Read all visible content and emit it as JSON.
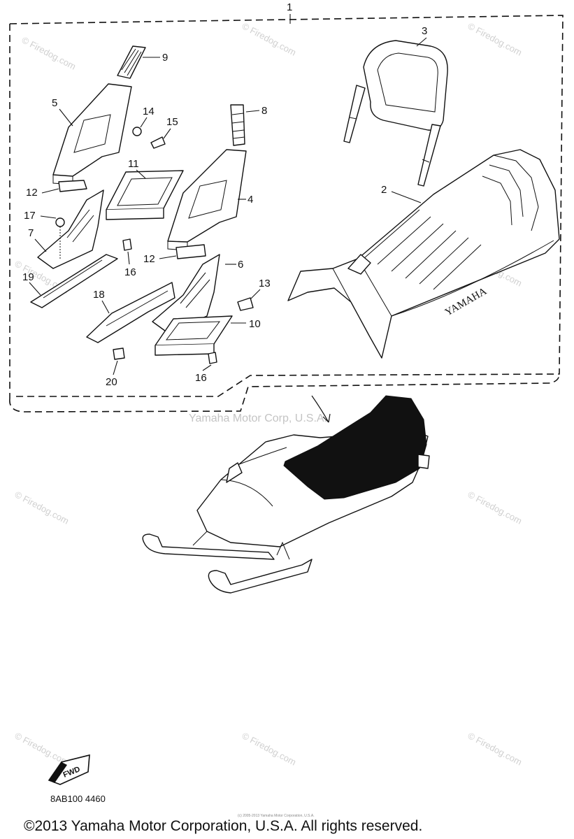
{
  "diagram": {
    "assembly_callout": "1",
    "seat_brand": "YAMAHA",
    "fwd_label": "FWD",
    "diagram_code": "8AB100 4460",
    "watermark_center": "Yamaha Motor Corp, U.S.A.",
    "watermark_tile": "© Firedog.com",
    "copyright": "©2013 Yamaha Motor Corporation, U.S.A. All rights reserved.",
    "fine_print": "(c) 2005-2013 Yamaha Motor Corporation, U.S.A.",
    "part_callouts": [
      "2",
      "3",
      "4",
      "5",
      "6",
      "7",
      "8",
      "9",
      "10",
      "11",
      "12",
      "12",
      "13",
      "14",
      "15",
      "16",
      "16",
      "17",
      "18",
      "19",
      "20"
    ]
  }
}
